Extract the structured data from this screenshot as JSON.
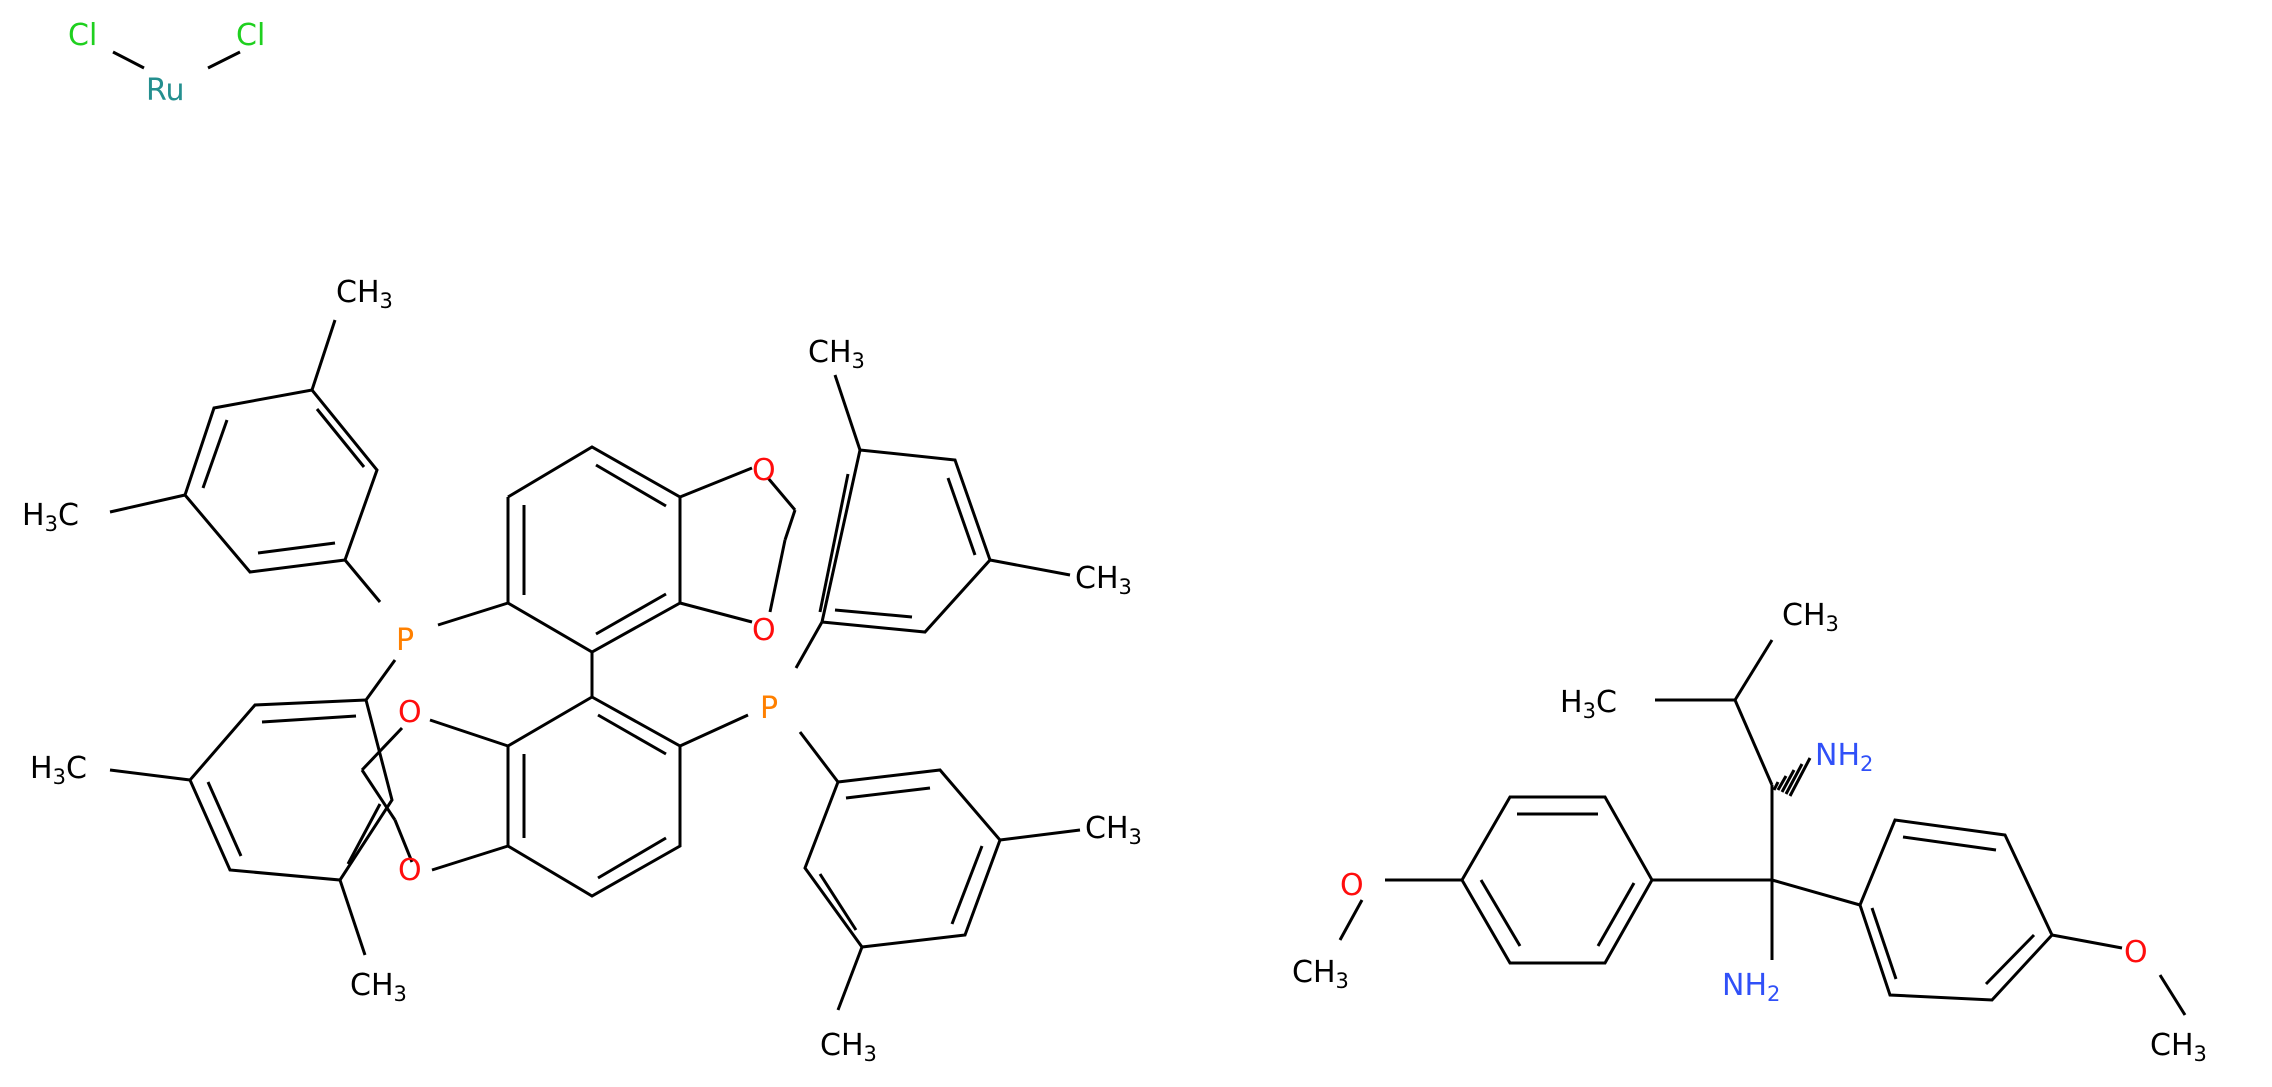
{
  "diagram": {
    "type": "chemical-structure",
    "colors": {
      "bond": "#000000",
      "carbon_label": "#000000",
      "chlorine": "#1fd01f",
      "ruthenium": "#248f8f",
      "phosphorus": "#ff8000",
      "oxygen": "#ff0d0d",
      "nitrogen": "#3050f8"
    },
    "labels": {
      "cl_left": "Cl",
      "cl_right": "Cl",
      "ru": "Ru",
      "p_top": "P",
      "p_bottom": "P",
      "o_1": "O",
      "o_2": "O",
      "o_3": "O",
      "o_4": "O",
      "o_5": "O",
      "o_6": "O",
      "ch3_top": "CH3",
      "h3c_left_top": "H3C",
      "ch3_right_top_a": "CH3",
      "ch3_right_top_b": "CH3",
      "h3c_left_bottom": "H3C",
      "ch3_left_bottom": "CH3",
      "ch3_right_bottom_a": "CH3",
      "ch3_right_bottom_b": "CH3",
      "ch3_isopropyl_a": "CH3",
      "h3c_isopropyl_b": "H3C",
      "nh2_upper": "NH2",
      "nh2_lower": "NH2",
      "ch3_methoxy_left": "CH3",
      "ch3_methoxy_right": "CH3"
    }
  }
}
